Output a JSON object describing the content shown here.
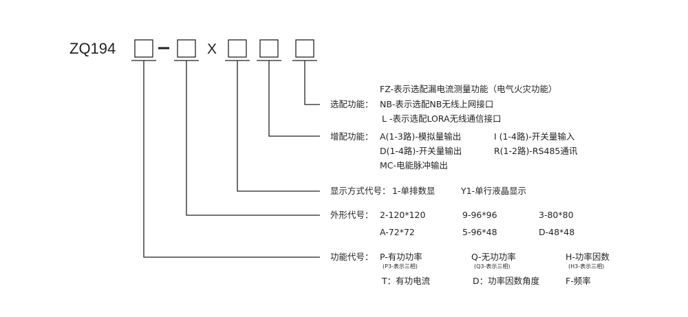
{
  "model_prefix": "ZQ194",
  "separator_x": "X",
  "options": {
    "label": "选配功能：",
    "lines": [
      "FZ-表示选配漏电流测量功能（电气火灾功能）",
      "NB-表示选配NB无线上网接口",
      "L -表示选配LORA无线通信接口"
    ]
  },
  "addons": {
    "label": "增配功能：",
    "items": [
      "A(1-3路)-模拟量输出",
      "I (1-4路)-开关量输入",
      "D(1-4路)-开关量输出",
      "R(1-2路)-RS485通讯",
      "MC-电能脉冲输出"
    ]
  },
  "display": {
    "label": "显示方式代号：",
    "items": [
      "1-单排数显",
      "Y1-单行液晶显示"
    ]
  },
  "shape": {
    "label": "外形代号：",
    "items": [
      "2-120*120",
      "9-96*96",
      "3-80*80",
      "A-72*72",
      "5-96*48",
      "D-48*48"
    ]
  },
  "function": {
    "label": "功能代号：",
    "items": [
      "P-有功功率",
      "Q-无功功率",
      "H-功率因数"
    ],
    "notes": [
      "(P3-表示三相)",
      "(Q3-表示三相)",
      "(H3-表示三相)"
    ],
    "items2": [
      "T：有功电流",
      "D：功率因数角度",
      "F-频率"
    ]
  }
}
